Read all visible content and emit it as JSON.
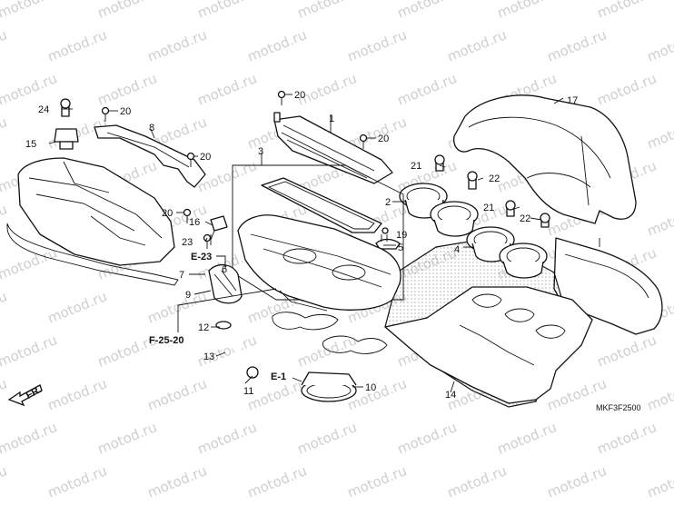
{
  "watermark": "motod.ru",
  "diagram_code": "MKF3F2500",
  "direction_label": "FR.",
  "references": [
    {
      "id": "ref-e23",
      "label": "E-23"
    },
    {
      "id": "ref-f2520",
      "label": "F-25-20"
    },
    {
      "id": "ref-e1",
      "label": "E-1"
    }
  ],
  "callouts": {
    "c1": "1",
    "c2": "2",
    "c3": "3",
    "c4": "4",
    "c5": "5",
    "c6": "6",
    "c7": "7",
    "c8": "8",
    "c9": "9",
    "c10": "10",
    "c11": "11",
    "c12": "12",
    "c13": "13",
    "c14": "14",
    "c15": "15",
    "c16": "16",
    "c17": "17",
    "c19": "19",
    "c20a": "20",
    "c20b": "20",
    "c20c": "20",
    "c20d": "20",
    "c20e": "20",
    "c21a": "21",
    "c21b": "21",
    "c22a": "22",
    "c22b": "22",
    "c23": "23",
    "c24": "24"
  }
}
